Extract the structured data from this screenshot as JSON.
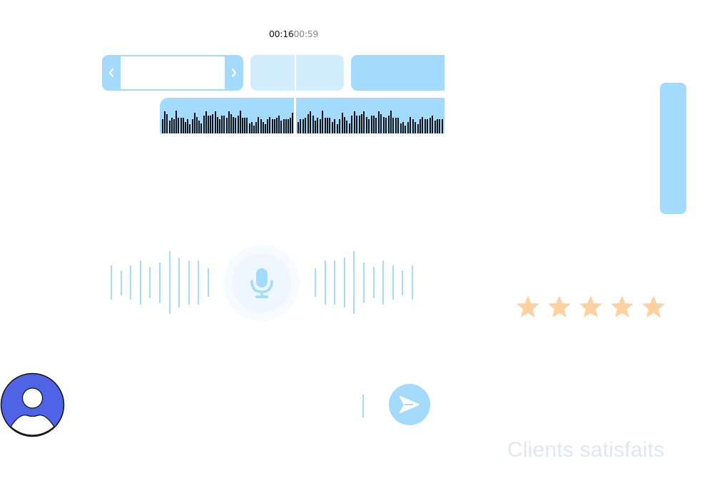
{
  "player": {
    "current_time": "00:16",
    "total_time": "00:59",
    "progress_fraction": 0.27
  },
  "trim_selector": {
    "prev_icon": "chevron-left-icon",
    "next_icon": "chevron-right-icon"
  },
  "waveform_strip": {
    "segment_a_levels": [
      0.55,
      0.85,
      0.75,
      0.5,
      0.6,
      0.55,
      0.9,
      0.6,
      0.6,
      0.6,
      0.45,
      0.55,
      0.35,
      0.55,
      0.8,
      0.65,
      0.5,
      0.4,
      0.7,
      0.85,
      0.7,
      0.7,
      0.75,
      0.85,
      0.65,
      0.55,
      0.7,
      0.7,
      0.6,
      0.85,
      0.75,
      0.65,
      0.6,
      0.7,
      0.9,
      0.6,
      0.6,
      0.6,
      0.4,
      0.45,
      0.3,
      0.45,
      0.65,
      0.55,
      0.45,
      0.35,
      0.55,
      0.65,
      0.55,
      0.55,
      0.6,
      0.7,
      0.5,
      0.55,
      0.55,
      0.55,
      0.6,
      0.8
    ],
    "segment_b_levels": [
      0.45,
      0.55,
      0.55,
      0.6,
      0.75,
      0.85,
      0.7,
      0.5,
      0.6,
      0.55,
      0.9,
      0.6,
      0.6,
      0.6,
      0.45,
      0.55,
      0.35,
      0.55,
      0.8,
      0.65,
      0.5,
      0.4,
      0.7,
      0.85,
      0.7,
      0.7,
      0.75,
      0.85,
      0.65,
      0.55,
      0.7,
      0.7,
      0.6,
      0.85,
      0.75,
      0.65,
      0.6,
      0.7,
      0.9,
      0.6,
      0.6,
      0.6,
      0.4,
      0.45,
      0.3,
      0.45,
      0.65,
      0.55,
      0.45,
      0.35,
      0.55,
      0.65,
      0.55,
      0.55,
      0.6,
      0.7,
      0.5,
      0.55,
      0.55,
      0.55
    ]
  },
  "voice_recorder": {
    "mic_icon": "microphone-icon",
    "left_wave_levels": [
      0.55,
      0.4,
      0.55,
      0.7,
      0.5,
      0.65,
      1.0,
      0.8,
      0.7,
      0.7,
      0.45
    ],
    "right_wave_levels": [
      0.45,
      0.7,
      0.7,
      0.8,
      1.0,
      0.65,
      0.5,
      0.7,
      0.55,
      0.4,
      0.55
    ]
  },
  "rating": {
    "value": 5,
    "max": 5,
    "star_color": "#ffd0a0"
  },
  "chat": {
    "avatar_icon": "user-avatar-icon",
    "input_value": "",
    "send_icon": "send-icon"
  },
  "caption": {
    "text": "Clients satisfaits"
  },
  "colors": {
    "accent": "#a3dafd",
    "accent_light": "#d1edfe",
    "avatar": "#4f63e7",
    "caption": "#dde8f1"
  }
}
